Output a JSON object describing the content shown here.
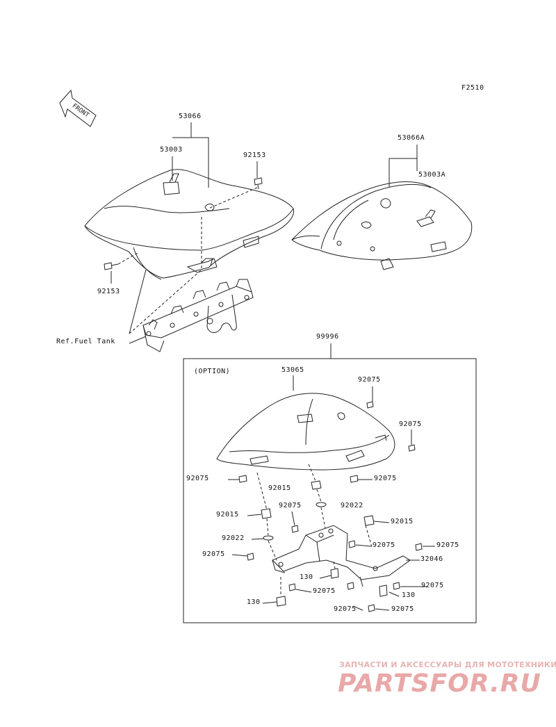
{
  "figure_code": "F2510",
  "front_arrow": "FRONT",
  "ref_label": "Ref.Fuel Tank",
  "option_label": "(OPTION)",
  "parts": {
    "p53066": "53066",
    "p53003": "53003",
    "p92153_top": "92153",
    "p92153_bottom": "92153",
    "p53066A": "53066A",
    "p53003A": "53003A",
    "p99996": "99996",
    "p53065": "53065",
    "p92075_a": "92075",
    "p92075_b": "92075",
    "p92075_c": "92075",
    "p92015_a": "92015",
    "p92075_d": "92075",
    "p92075_e": "92075",
    "p92022_a": "92022",
    "p92015_b": "92015",
    "p92015_c": "92015",
    "p92022_b": "92022",
    "p92075_f": "92075",
    "p92075_g": "92075",
    "p92075_h": "92075",
    "p32046": "32046",
    "p130_a": "130",
    "p92075_i": "92075",
    "p92075_j": "92075",
    "p130_b": "130",
    "p130_c": "130",
    "p92075_k": "92075",
    "p92075_l": "92075"
  },
  "watermark": {
    "line1": "ЗАПЧАСТИ И АКСЕССУАРЫ ДЛЯ МОТОТЕХНИКИ",
    "line2": "PARTSFOR.RU"
  },
  "colors": {
    "line": "#222222",
    "watermark": "#e9a8a8"
  }
}
